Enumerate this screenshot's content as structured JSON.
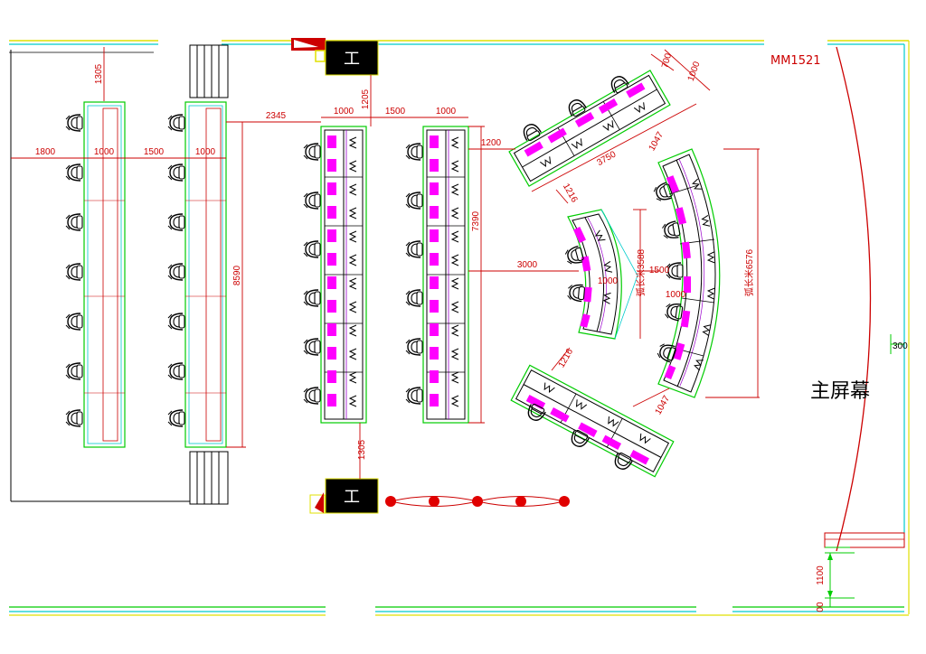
{
  "labels": {
    "code": "MM1521",
    "screen": "主屏幕",
    "console": "工"
  },
  "dimensions": {
    "d1305_top": "1305",
    "d1800": "1800",
    "d1000_a": "1000",
    "d1500_a": "1500",
    "d1000_b": "1000",
    "d8590": "8590",
    "d2345": "2345",
    "d1000_c": "1000",
    "d1205": "1205",
    "d1500_b": "1500",
    "d1000_d": "1000",
    "d1200": "1200",
    "d7390": "7390",
    "d3000": "3000",
    "d1305_bottom": "1305",
    "d700": "700",
    "d1000_top": "1000",
    "d1047_top": "1047",
    "d3750": "3750",
    "d1216_top": "1216",
    "d1500_c": "1500",
    "d1000_e": "1000",
    "d1000_f": "1000",
    "arc_small": "弧长米3588",
    "arc_large": "弧长米6576",
    "d1216_bottom": "1216",
    "d1047_bottom": "1047",
    "d300": "300",
    "d1100": "1100",
    "d00": "00"
  },
  "colors": {
    "wall": "#00cccc",
    "dim": "#cc0000",
    "desk_accent": "#ff00ff",
    "table_outline": "#00cc00",
    "yellow": "#e0e000",
    "chair": "#000000"
  }
}
